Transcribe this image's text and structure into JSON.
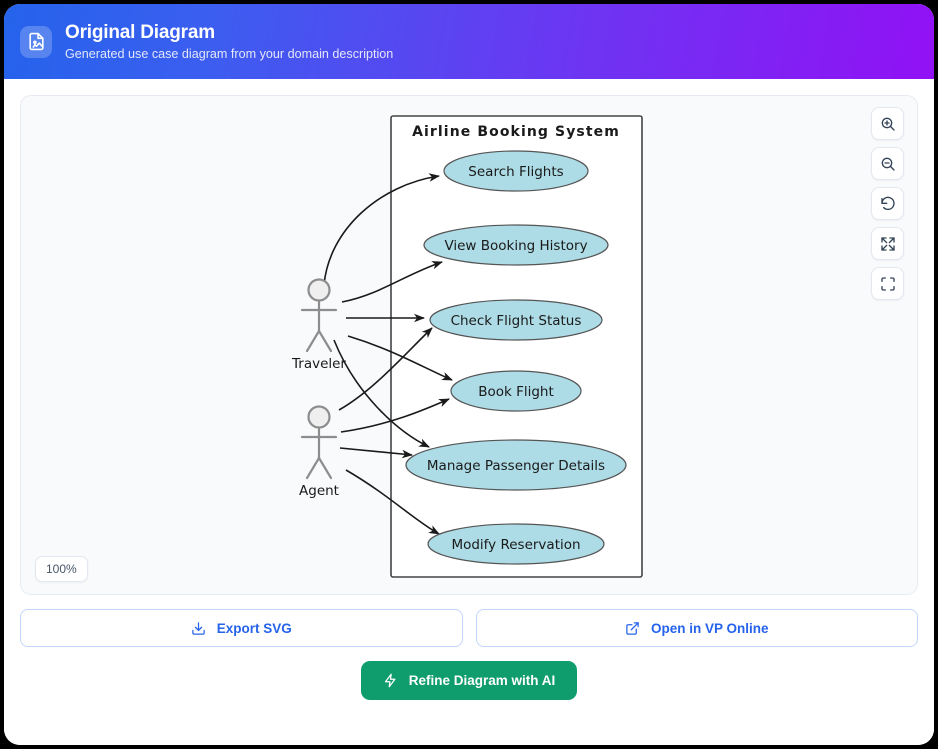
{
  "header": {
    "icon": "file-image-icon",
    "title": "Original Diagram",
    "subtitle": "Generated use case diagram from your domain description"
  },
  "canvas": {
    "zoom_level": "100%",
    "tools": [
      {
        "name": "zoom-in-icon",
        "label": "Zoom in"
      },
      {
        "name": "zoom-out-icon",
        "label": "Zoom out"
      },
      {
        "name": "reset-icon",
        "label": "Reset view"
      },
      {
        "name": "expand-icon",
        "label": "Fit to screen"
      },
      {
        "name": "fullscreen-icon",
        "label": "Fullscreen"
      }
    ]
  },
  "diagram": {
    "type": "uml-use-case",
    "system_boundary_title": "Airline Booking System",
    "actors": [
      {
        "name": "Traveler"
      },
      {
        "name": "Agent"
      }
    ],
    "use_cases": [
      {
        "label": "Search Flights"
      },
      {
        "label": "View Booking History"
      },
      {
        "label": "Check Flight Status"
      },
      {
        "label": "Book Flight"
      },
      {
        "label": "Manage Passenger Details"
      },
      {
        "label": "Modify Reservation"
      }
    ],
    "associations": [
      {
        "actor": "Traveler",
        "use_case": "Search Flights"
      },
      {
        "actor": "Traveler",
        "use_case": "View Booking History"
      },
      {
        "actor": "Traveler",
        "use_case": "Check Flight Status"
      },
      {
        "actor": "Traveler",
        "use_case": "Book Flight"
      },
      {
        "actor": "Traveler",
        "use_case": "Manage Passenger Details"
      },
      {
        "actor": "Agent",
        "use_case": "Check Flight Status"
      },
      {
        "actor": "Agent",
        "use_case": "Book Flight"
      },
      {
        "actor": "Agent",
        "use_case": "Manage Passenger Details"
      },
      {
        "actor": "Agent",
        "use_case": "Modify Reservation"
      }
    ],
    "colors": {
      "use_case_fill": "#addce6",
      "use_case_stroke": "#555555",
      "boundary_stroke": "#444444",
      "actor_stroke": "#888888",
      "link_stroke": "#1a1a1a"
    }
  },
  "actions": {
    "export_svg": {
      "icon": "download-icon",
      "label": "Export SVG"
    },
    "open_vp_online": {
      "icon": "external-link-icon",
      "label": "Open in VP Online"
    },
    "refine": {
      "icon": "lightning-icon",
      "label": "Refine Diagram with AI",
      "color": "#0f9d6e"
    }
  }
}
